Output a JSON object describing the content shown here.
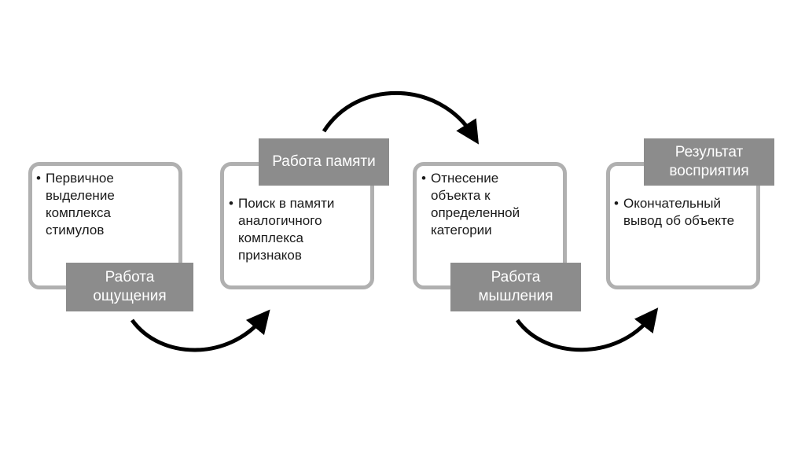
{
  "stages": [
    {
      "label": "Работа\nощущения",
      "text": "Первичное выделение комплекса стимулов"
    },
    {
      "label": "Работа памяти",
      "text": "Поиск в памяти аналогичного комплекса признаков"
    },
    {
      "label": "Работа\nмышления",
      "text": "Отнесение объекта к определенной категории"
    },
    {
      "label": "Результат\nвосприятия",
      "text": "Окончательный вывод об объекте"
    }
  ],
  "colors": {
    "card_border": "#b0b0b0",
    "label_fill": "#8c8c8c",
    "label_text": "#ffffff",
    "arrow": "#000000"
  }
}
